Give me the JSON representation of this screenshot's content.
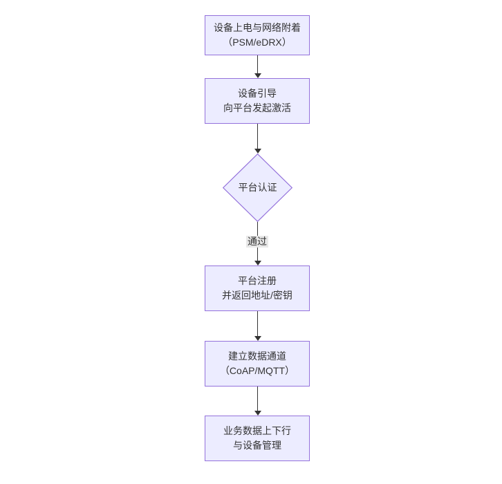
{
  "theme": {
    "node_fill": "#ECECFF",
    "node_border": "#9370DB",
    "arrow_color": "#333333",
    "text_color": "#333333",
    "edge_label_background": "#e8e8e8",
    "canvas_background": "#ffffff"
  },
  "flow": {
    "nodes": [
      {
        "id": "n1",
        "shape": "rect",
        "lines": [
          "设备上电与网络附着",
          "（PSM/eDRX）"
        ]
      },
      {
        "id": "n2",
        "shape": "rect",
        "lines": [
          "设备引导",
          "向平台发起激活"
        ]
      },
      {
        "id": "n3",
        "shape": "diamond",
        "lines": [
          "平台认证"
        ]
      },
      {
        "id": "n4",
        "shape": "rect",
        "lines": [
          "平台注册",
          "并返回地址/密钥"
        ]
      },
      {
        "id": "n5",
        "shape": "rect",
        "lines": [
          "建立数据通道",
          "（CoAP/MQTT）"
        ]
      },
      {
        "id": "n6",
        "shape": "rect",
        "lines": [
          "业务数据上下行",
          "与设备管理"
        ]
      }
    ],
    "edges": [
      {
        "from": "n1",
        "to": "n2",
        "label": ""
      },
      {
        "from": "n2",
        "to": "n3",
        "label": ""
      },
      {
        "from": "n3",
        "to": "n4",
        "label": "通过"
      },
      {
        "from": "n4",
        "to": "n5",
        "label": ""
      },
      {
        "from": "n5",
        "to": "n6",
        "label": ""
      }
    ]
  }
}
